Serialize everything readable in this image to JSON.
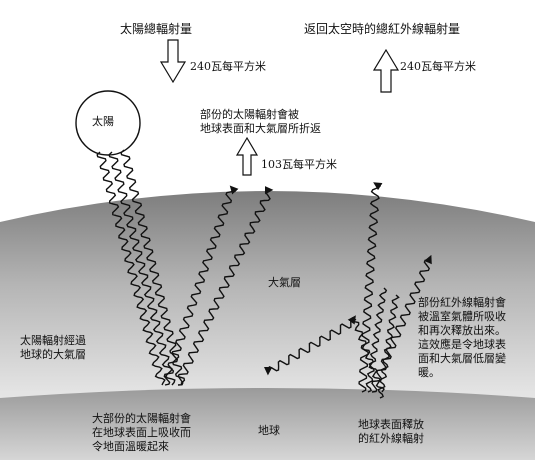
{
  "title_incoming": "太陽總輻射量",
  "incoming_value": "240瓦每平方米",
  "title_outgoing": "返回太空時的總紅外線輻射量",
  "outgoing_value": "240瓦每平方米",
  "sun_label": "太陽",
  "reflected_text": "部份的太陽輻射會被\n地球表面和大氣層所折返",
  "reflected_value": "103瓦每平方米",
  "atmosphere_label": "大氣層",
  "passes_atmosphere": "太陽輻射經過\n地球的大氣層",
  "greenhouse_text": "部份紅外線輻射會\n被溫室氣體所吸收\n和再次釋放出來。\n這效應是令地球表\n面和大氣層低層變\n暖。",
  "absorbed_text": "大部份的太陽輻射會\n在地球表面上吸收而\n令地面溫暖起來",
  "earth_label": "地球",
  "infrared_emit": "地球表面釋放\n的紅外線輻射",
  "colors": {
    "sky": "#ffffff",
    "atmosphere_dark": "#8a8a8a",
    "atmosphere_light": "#e6e6e6",
    "ground": "#bdbdbd",
    "ink": "#111111"
  }
}
